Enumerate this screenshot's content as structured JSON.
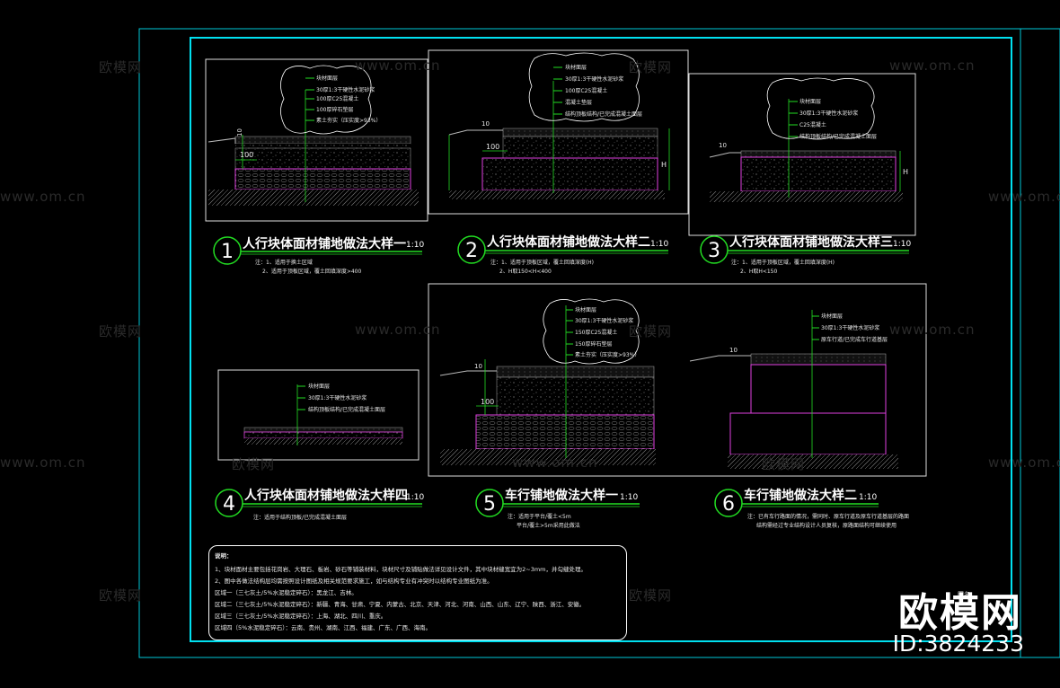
{
  "watermark": {
    "brand": "欧模网",
    "site": "www.om.cn",
    "big_brand": "欧模网",
    "id_text": "ID:3824233"
  },
  "details": [
    {
      "num": "1",
      "title": "人行块体面材铺地做法大样一",
      "scale": "1:10",
      "notes": [
        "注：1、适用于换土区域",
        "2、适用于顶板区域，覆土回填深度>400"
      ],
      "layers": [
        "块材面层",
        "30厚1:3干硬性水泥砂浆",
        "100厚C25混凝土",
        "100厚碎石垫层",
        "素土夯实（压实度>93%）"
      ],
      "dims": [
        "10",
        "100"
      ]
    },
    {
      "num": "2",
      "title": "人行块体面材铺地做法大样二",
      "scale": "1:10",
      "notes": [
        "注：1、适用于顶板区域，覆土回填深度(H)",
        "2、H取150<H<400"
      ],
      "layers": [
        "块材面层",
        "30厚1:3干硬性水泥砂浆",
        "100厚C25混凝土",
        "混凝土垫层",
        "结构顶板结构/已完成混凝土面层"
      ],
      "dims": [
        "10",
        "100",
        "H"
      ]
    },
    {
      "num": "3",
      "title": "人行块体面材铺地做法大样三",
      "scale": "1:10",
      "notes": [
        "注：1、适用于顶板区域，覆土回填深度(H)",
        "2、H取H<150"
      ],
      "layers": [
        "块材面层",
        "30厚1:3干硬性水泥砂浆",
        "C25混凝土",
        "结构顶板结构/已完成混凝土面层"
      ],
      "dims": [
        "10",
        "H"
      ]
    },
    {
      "num": "4",
      "title": "人行块体面材铺地做法大样四",
      "scale": "1:10",
      "notes": [
        "注：适用于结构顶板/已完成混凝土面层"
      ],
      "layers": [
        "块材面层",
        "30厚1:3干硬性水泥砂浆",
        "结构顶板结构/已完成混凝土面层"
      ],
      "dims": []
    },
    {
      "num": "5",
      "title": "车行铺地做法大样一",
      "scale": "1:10",
      "notes": [
        "注：适用于平台/覆土<5m",
        "平台/覆土>5m采用此做法"
      ],
      "layers": [
        "块材面层",
        "30厚1:3干硬性水泥砂浆",
        "150厚C25混凝土",
        "150厚碎石垫层",
        "素土夯实（压实度>93%）"
      ],
      "dims": [
        "10",
        "100"
      ]
    },
    {
      "num": "6",
      "title": "车行铺地做法大样二",
      "scale": "1:10",
      "notes": [
        "注：已有车行路面的情况，需同时、原车行道及原车行道基层的路面",
        "结构需经过专业结构设计人员复核，原路面结构可继续使用"
      ],
      "layers": [
        "块材面层",
        "30厚1:3干硬性水泥砂浆",
        "原车行道/已完成车行道基层"
      ],
      "dims": [
        "10"
      ]
    }
  ],
  "general_notes": {
    "heading": "说明：",
    "lines": [
      "1、块材面材主要包括花岗岩、大理石、板岩、砂石等铺装材料，块材尺寸及铺贴做法详见设计文件，其中块材缝宽宜为2~3mm，并勾缝处理。",
      "2、图中各做法结构层均需按照设计图纸及相关规范要求施工，如与结构专业有冲突时以结构专业图纸为准。",
      "区域一（三七灰土/5%水泥稳定碎石）：黑龙江、吉林。",
      "区域二（三七灰土/5%水泥稳定碎石）：新疆、青海、甘肃、宁夏、内蒙古、北京、天津、河北、河南、山西、山东、辽宁、陕西、浙江、安徽。",
      "区域三（三七灰土/5%水泥稳定碎石）：上海、湖北、四川、重庆。",
      "区域四（5%水泥稳定碎石）：云南、贵州、湖南、江西、福建、广东、广西、海南。"
    ]
  },
  "title_block_label": "图名"
}
